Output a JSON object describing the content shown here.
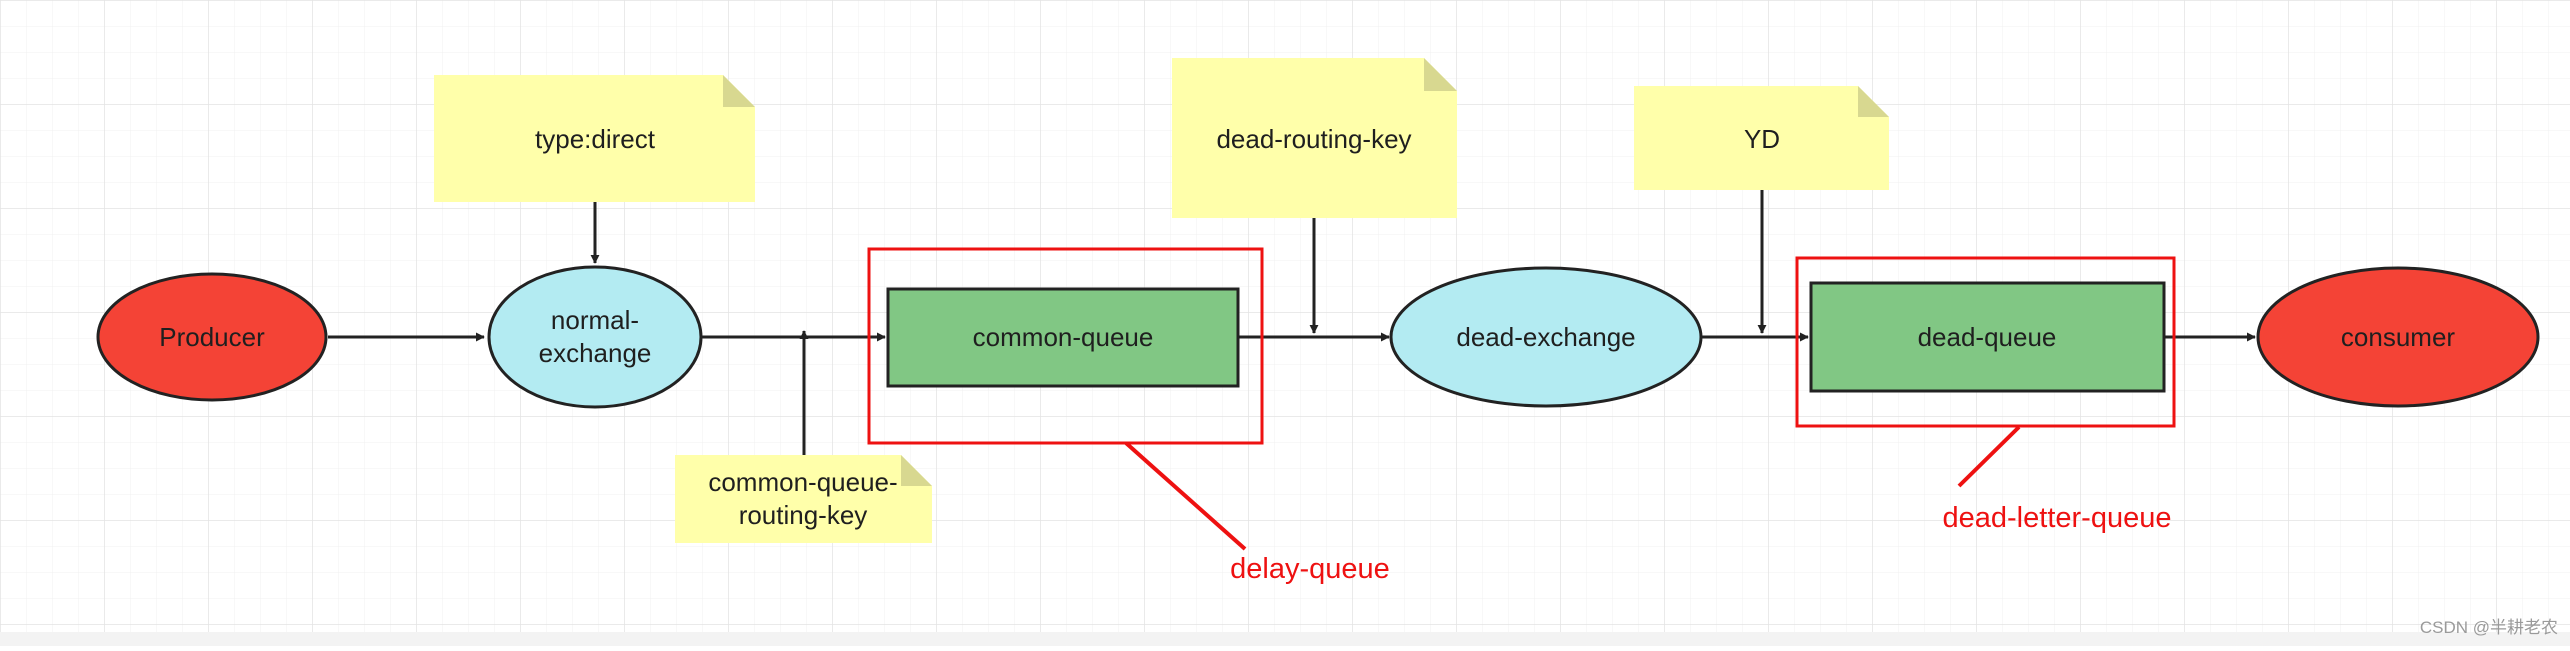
{
  "diagram": {
    "nodes": {
      "producer": "Producer",
      "normal_exchange": [
        "normal-",
        "exchange"
      ],
      "common_queue": "common-queue",
      "dead_exchange": "dead-exchange",
      "dead_queue": "dead-queue",
      "consumer": "consumer"
    },
    "notes": {
      "type_direct": "type:direct",
      "dead_routing_key": "dead-routing-key",
      "yd": "YD",
      "common_queue_routing_key": [
        "common-queue-",
        "routing-key"
      ]
    },
    "highlight_labels": {
      "delay_queue": "delay-queue",
      "dead_letter_queue": "dead-letter-queue"
    },
    "watermark": "CSDN @半耕老农"
  },
  "colors": {
    "producer_fill": "#f44336",
    "exchange_fill": "#b3ebf2",
    "queue_fill": "#81c784",
    "note_fill": "#ffffaa",
    "note_fold": "#d8d890",
    "highlight": "#ee1111",
    "stroke": "#222222",
    "grid": "#ececec"
  }
}
